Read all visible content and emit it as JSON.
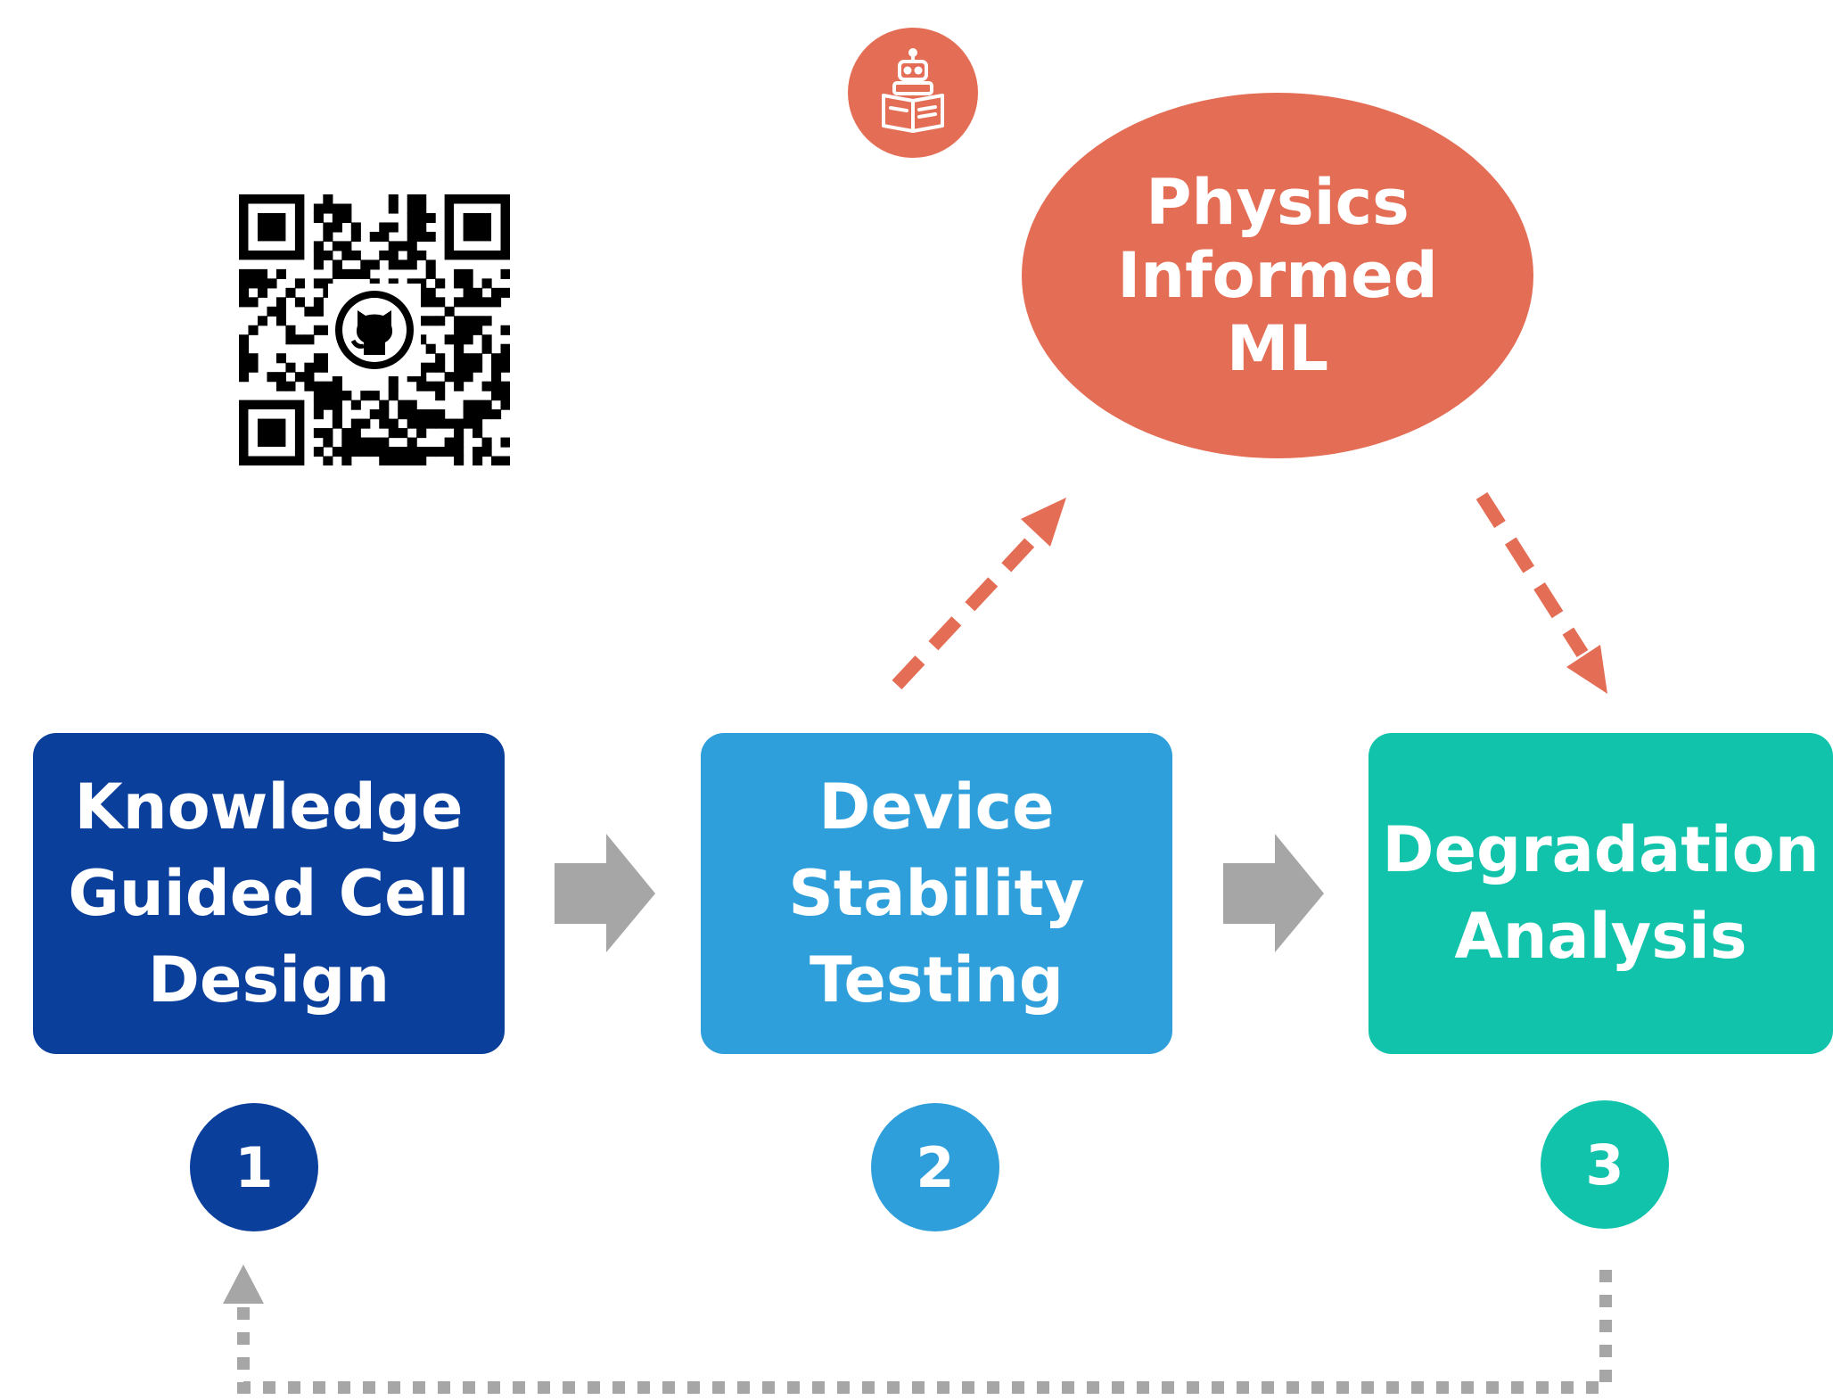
{
  "ml_node": {
    "lines": [
      "Physics",
      "Informed",
      "ML"
    ],
    "color": "#e46e55",
    "icon": "robot-reading-book-icon"
  },
  "qr_code": {
    "icon": "github-icon"
  },
  "steps": [
    {
      "lines": [
        "Knowledge",
        "Guided Cell",
        "Design"
      ],
      "number": "1",
      "color": "#0b3f9c"
    },
    {
      "lines": [
        "Device",
        "Stability",
        "Testing"
      ],
      "number": "2",
      "color": "#2f9fdb"
    },
    {
      "lines": [
        "Degradation",
        "Analysis"
      ],
      "number": "3",
      "color": "#11c3ab"
    }
  ],
  "colors": {
    "flow_arrow": "#a6a6a6",
    "ml_arrow": "#e46e55",
    "feedback": "#a6a6a6"
  }
}
